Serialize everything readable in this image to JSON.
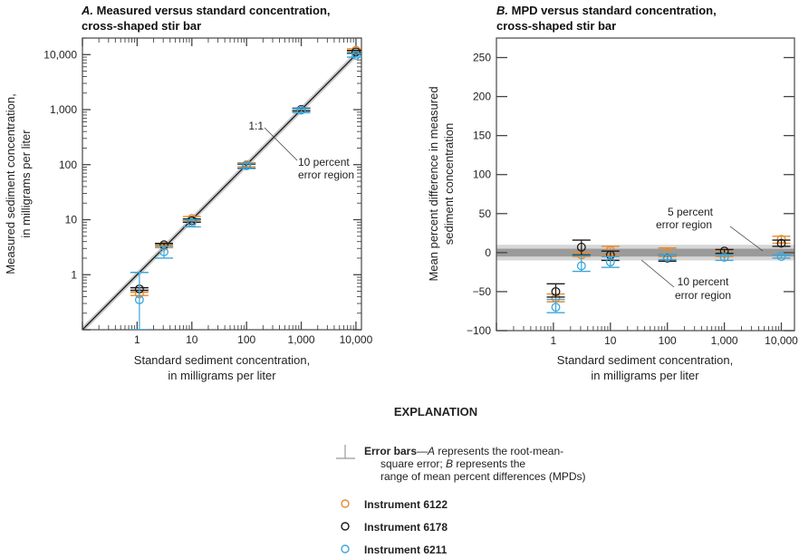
{
  "colors": {
    "Instrument 6122": "#E8892B",
    "Instrument 6178": "#1a1a1a",
    "Instrument 6211": "#3AA6DB",
    "band_inner": "#9a9a9a",
    "band_outer": "#d6d6d6"
  },
  "explanation": {
    "heading": "EXPLANATION",
    "error_bars_label": "Error bars",
    "error_bars_text_1": "—",
    "error_bars_A": "A",
    "error_bars_text_2": " represents the root-mean-",
    "error_bars_text_3": "square error; ",
    "error_bars_B": "B",
    "error_bars_text_4": " represents the",
    "error_bars_text_5": "range of mean percent differences (MPDs)",
    "items": [
      "Instrument 6122",
      "Instrument 6178",
      "Instrument 6211"
    ]
  },
  "chart_data": [
    {
      "type": "scatter",
      "panel": "A.",
      "title_1": " Measured versus standard concentration,",
      "title_2": "cross-shaped stir bar",
      "xlabel_1": "Standard sediment concentration,",
      "xlabel_2": "in milligrams per liter",
      "ylabel_1": "Measured sediment concentration,",
      "ylabel_2": "in milligrams per liter",
      "xscale": "log",
      "yscale": "log",
      "xlim": [
        0.1,
        12600
      ],
      "ylim": [
        0.1,
        20000
      ],
      "xticks": [
        1,
        10,
        100,
        1000,
        10000
      ],
      "xtick_labels": [
        "1",
        "10",
        "100",
        "1,000",
        "10,000"
      ],
      "yticks": [
        1,
        10,
        100,
        1000,
        10000
      ],
      "ytick_labels": [
        "1",
        "10",
        "100",
        "1,000",
        "10,000"
      ],
      "annotations": {
        "line": "1:1",
        "region_1": "10 percent",
        "region_2": "error region"
      },
      "x": [
        1.1,
        3.1,
        10,
        100,
        1000,
        10000
      ],
      "series": [
        {
          "name": "Instrument 6122",
          "values": [
            0.45,
            3.3,
            10.5,
            100,
            1000,
            12000
          ],
          "err_low": [
            0.42,
            3.1,
            9.6,
            92,
            940,
            11300
          ],
          "err_high": [
            0.48,
            3.5,
            11.4,
            108,
            1060,
            12800
          ]
        },
        {
          "name": "Instrument 6178",
          "values": [
            0.55,
            3.5,
            9.6,
            96,
            1010,
            11200
          ],
          "err_low": [
            0.52,
            3.3,
            9.0,
            86,
            950,
            10600
          ],
          "err_high": [
            0.58,
            3.7,
            10.3,
            102,
            1060,
            11900
          ]
        },
        {
          "name": "Instrument 6211",
          "values": [
            0.35,
            2.6,
            8.8,
            96,
            980,
            9700
          ],
          "err_low": [
            0.1,
            2.0,
            7.4,
            85,
            880,
            9000
          ],
          "err_high": [
            1.1,
            3.3,
            10.0,
            104,
            1040,
            10400
          ]
        }
      ]
    },
    {
      "type": "scatter",
      "panel": "B.",
      "title_1": " MPD versus standard concentration,",
      "title_2": "cross-shaped stir bar",
      "xlabel_1": "Standard sediment concentration,",
      "xlabel_2": "in milligrams per liter",
      "ylabel_1": "Mean percent difference in measured",
      "ylabel_2": "sediment concentration",
      "xscale": "log",
      "yscale": "linear",
      "xlim": [
        0.1,
        17000
      ],
      "ylim": [
        -100,
        275
      ],
      "xticks": [
        1,
        10,
        100,
        1000,
        10000
      ],
      "xtick_labels": [
        "1",
        "10",
        "100",
        "1,000",
        "10,000"
      ],
      "yticks": [
        -100,
        -50,
        0,
        50,
        100,
        150,
        200,
        250
      ],
      "ytick_labels": [
        "−100",
        "−50",
        "0",
        "50",
        "100",
        "150",
        "200",
        "250"
      ],
      "bands": [
        {
          "range": [
            -10,
            10
          ],
          "label": "10 percent error region"
        },
        {
          "range": [
            -5,
            5
          ],
          "label": "5 percent error region"
        }
      ],
      "annotations": {
        "r5_1": "5 percent",
        "r5_2": "error region",
        "r10_1": "10 percent",
        "r10_2": "error region"
      },
      "x": [
        1.1,
        3.1,
        10,
        100,
        1000,
        10000
      ],
      "series": [
        {
          "name": "Instrument 6122",
          "values": [
            -58,
            -3,
            3,
            0,
            -1,
            17
          ],
          "err_low": [
            -63,
            -5,
            -3,
            -5,
            -5,
            12
          ],
          "err_high": [
            -53,
            0,
            8,
            6,
            3,
            21
          ]
        },
        {
          "name": "Instrument 6178",
          "values": [
            -50,
            7,
            -3,
            -7,
            2,
            12
          ],
          "err_low": [
            -57,
            -3,
            -10,
            -11,
            -1,
            8
          ],
          "err_high": [
            -40,
            16,
            2,
            -3,
            4,
            16
          ]
        },
        {
          "name": "Instrument 6211",
          "values": [
            -70,
            -17,
            -12,
            -6,
            -6,
            -5
          ],
          "err_low": [
            -77,
            -24,
            -19,
            -9,
            -10,
            -7
          ],
          "err_high": [
            -60,
            -4,
            -5,
            -3,
            -3,
            -3
          ]
        }
      ]
    }
  ]
}
